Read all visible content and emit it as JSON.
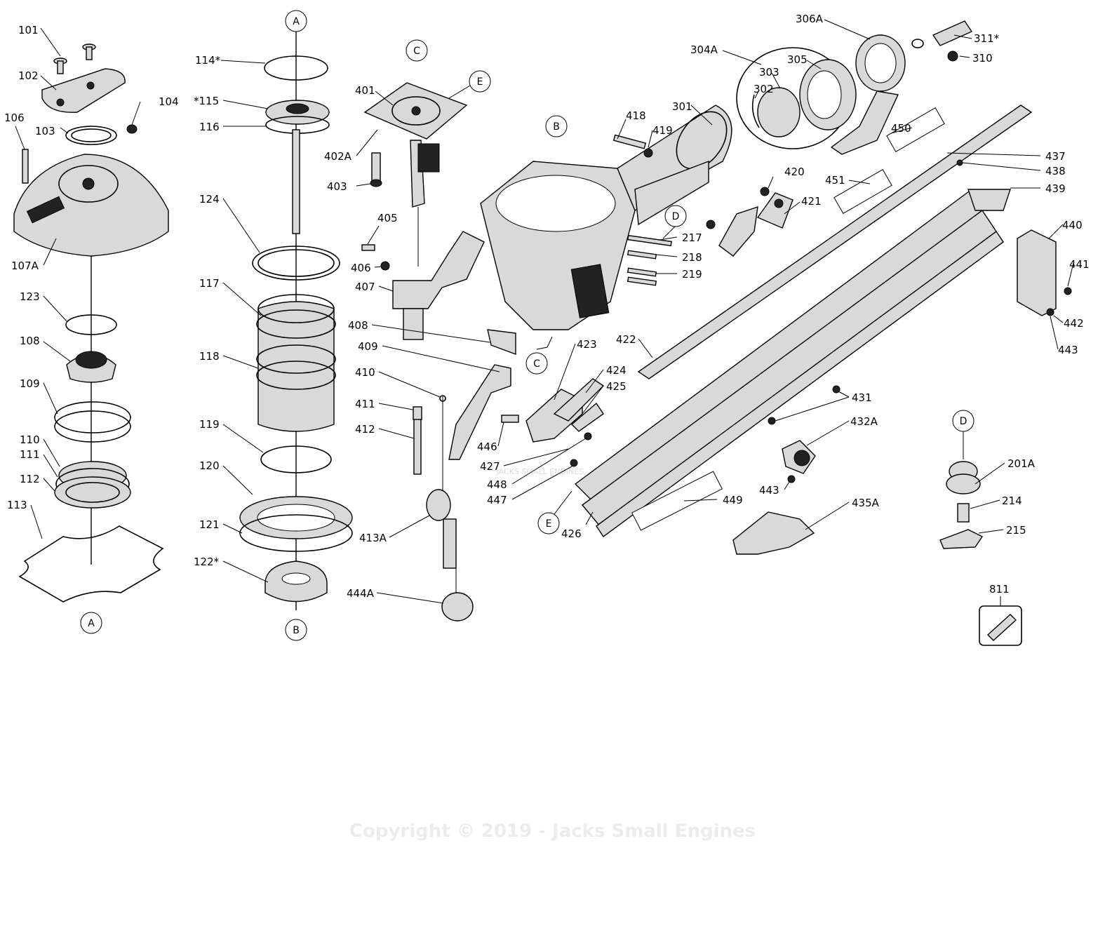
{
  "callouts": [
    {
      "id": "A_top",
      "letter": "A"
    },
    {
      "id": "A_bottom",
      "letter": "A"
    },
    {
      "id": "B_top",
      "letter": "B"
    },
    {
      "id": "B_bottom",
      "letter": "B"
    },
    {
      "id": "C_top",
      "letter": "C"
    },
    {
      "id": "C_bottom",
      "letter": "C"
    },
    {
      "id": "D_top",
      "letter": "D"
    },
    {
      "id": "D_bottom",
      "letter": "D"
    },
    {
      "id": "E_top",
      "letter": "E"
    },
    {
      "id": "E_bottom",
      "letter": "E"
    }
  ],
  "part_labels": [
    "101",
    "102",
    "103",
    "104",
    "106",
    "107A",
    "123",
    "108",
    "109",
    "110",
    "111",
    "112",
    "113",
    "114*",
    "*115",
    "116",
    "124",
    "117",
    "118",
    "119",
    "120",
    "121",
    "122*",
    "401",
    "402A",
    "403",
    "405",
    "406",
    "407",
    "408",
    "409",
    "410",
    "411",
    "412",
    "413A",
    "444A",
    "418",
    "419",
    "301",
    "217",
    "218",
    "219",
    "420",
    "421",
    "304A",
    "303",
    "302",
    "305",
    "306A",
    "311*",
    "310",
    "450",
    "451",
    "437",
    "438",
    "439",
    "440",
    "441",
    "442",
    "443",
    "422",
    "423",
    "424",
    "425",
    "446",
    "427",
    "448",
    "447",
    "426",
    "431",
    "449",
    "432A",
    "443",
    "435A",
    "201A",
    "214",
    "215",
    "811"
  ],
  "copyright": "Copyright © 2019 - Jacks Small Engines",
  "watermark": "JACKS SMALL ENGINES"
}
